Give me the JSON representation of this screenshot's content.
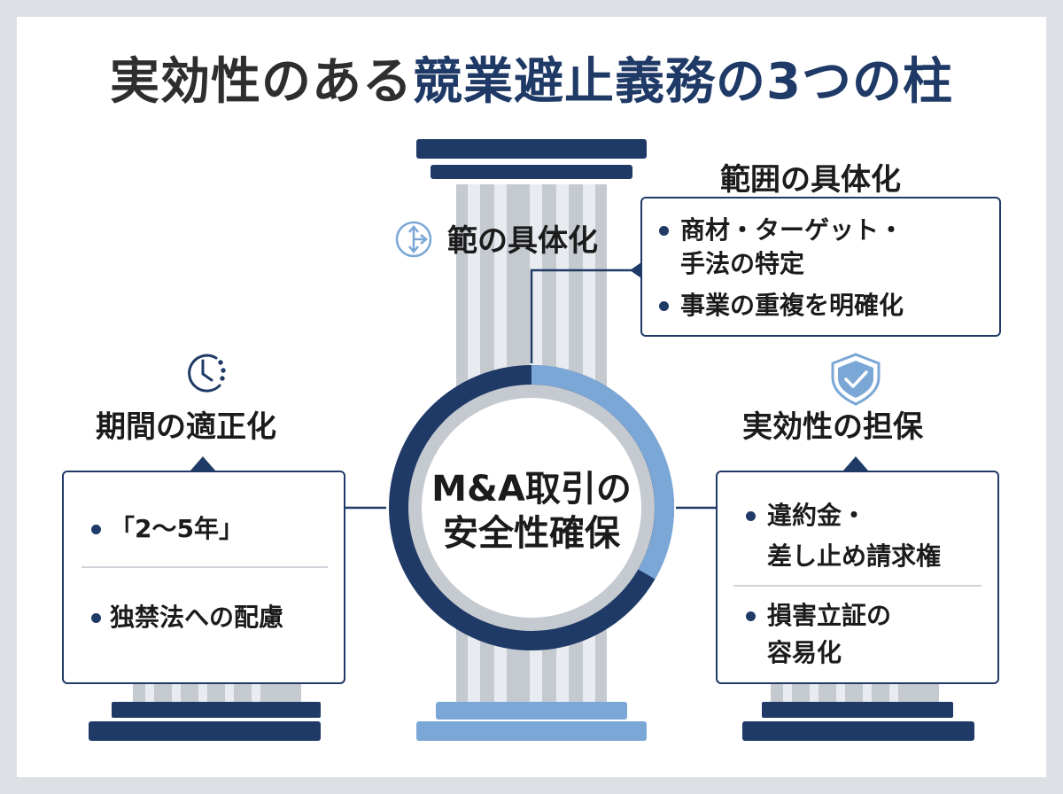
{
  "title": {
    "part1": "実効性のある",
    "part2": "競業避止義務の3つの柱"
  },
  "center": {
    "line1": "M&A取引の",
    "line2": "安全性確保"
  },
  "top_label": "範の具体化",
  "scope": {
    "heading": "範囲の具体化",
    "item1_line1": "商材・ターゲット・",
    "item1_line2": "手法の特定",
    "item2": "事業の重複を明確化"
  },
  "period": {
    "heading": "期間の適正化",
    "item1": "「2〜5年」",
    "item2": "独禁法への配慮"
  },
  "effect": {
    "heading": "実効性の担保",
    "item1_line1": "違約金・",
    "item1_line2": "差し止め請求権",
    "item2_line1": "損害立証の",
    "item2_line2": "容易化"
  },
  "colors": {
    "navy": "#1f3a66",
    "light_blue": "#7ba7d6",
    "pillar_gray": "#c5cad1",
    "title_text": "#2e2e2e"
  },
  "icons": {
    "top_label": "direction-arrows-icon",
    "period": "clock-icon",
    "effect": "shield-check-icon"
  }
}
